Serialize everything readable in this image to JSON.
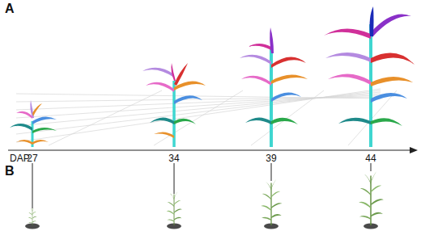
{
  "diagram": {
    "labels": [
      "A",
      "B",
      "DAP",
      "27",
      "34",
      "39",
      "44"
    ]
  }
}
